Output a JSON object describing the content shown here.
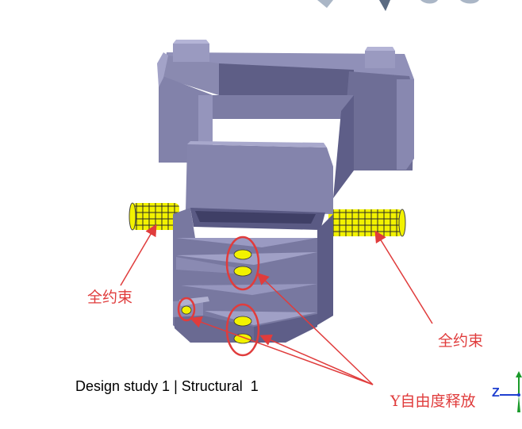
{
  "viewport": {
    "study_title": "Design study 1 | Structural  1"
  },
  "annotations": {
    "left_constraint": "全约束",
    "right_constraint": "全约束",
    "y_release": "Y自由度释放"
  },
  "triad": {
    "z_label": "Z"
  },
  "colors": {
    "model_fill": "#7a7aa0",
    "model_light": "#9c9cc2",
    "model_dark": "#5a5a80",
    "constraint_yellow": "#f2f200",
    "annotation_red": "#e03c3c",
    "triad_blue": "#1f3fd0",
    "triad_green": "#1a9a2a"
  }
}
